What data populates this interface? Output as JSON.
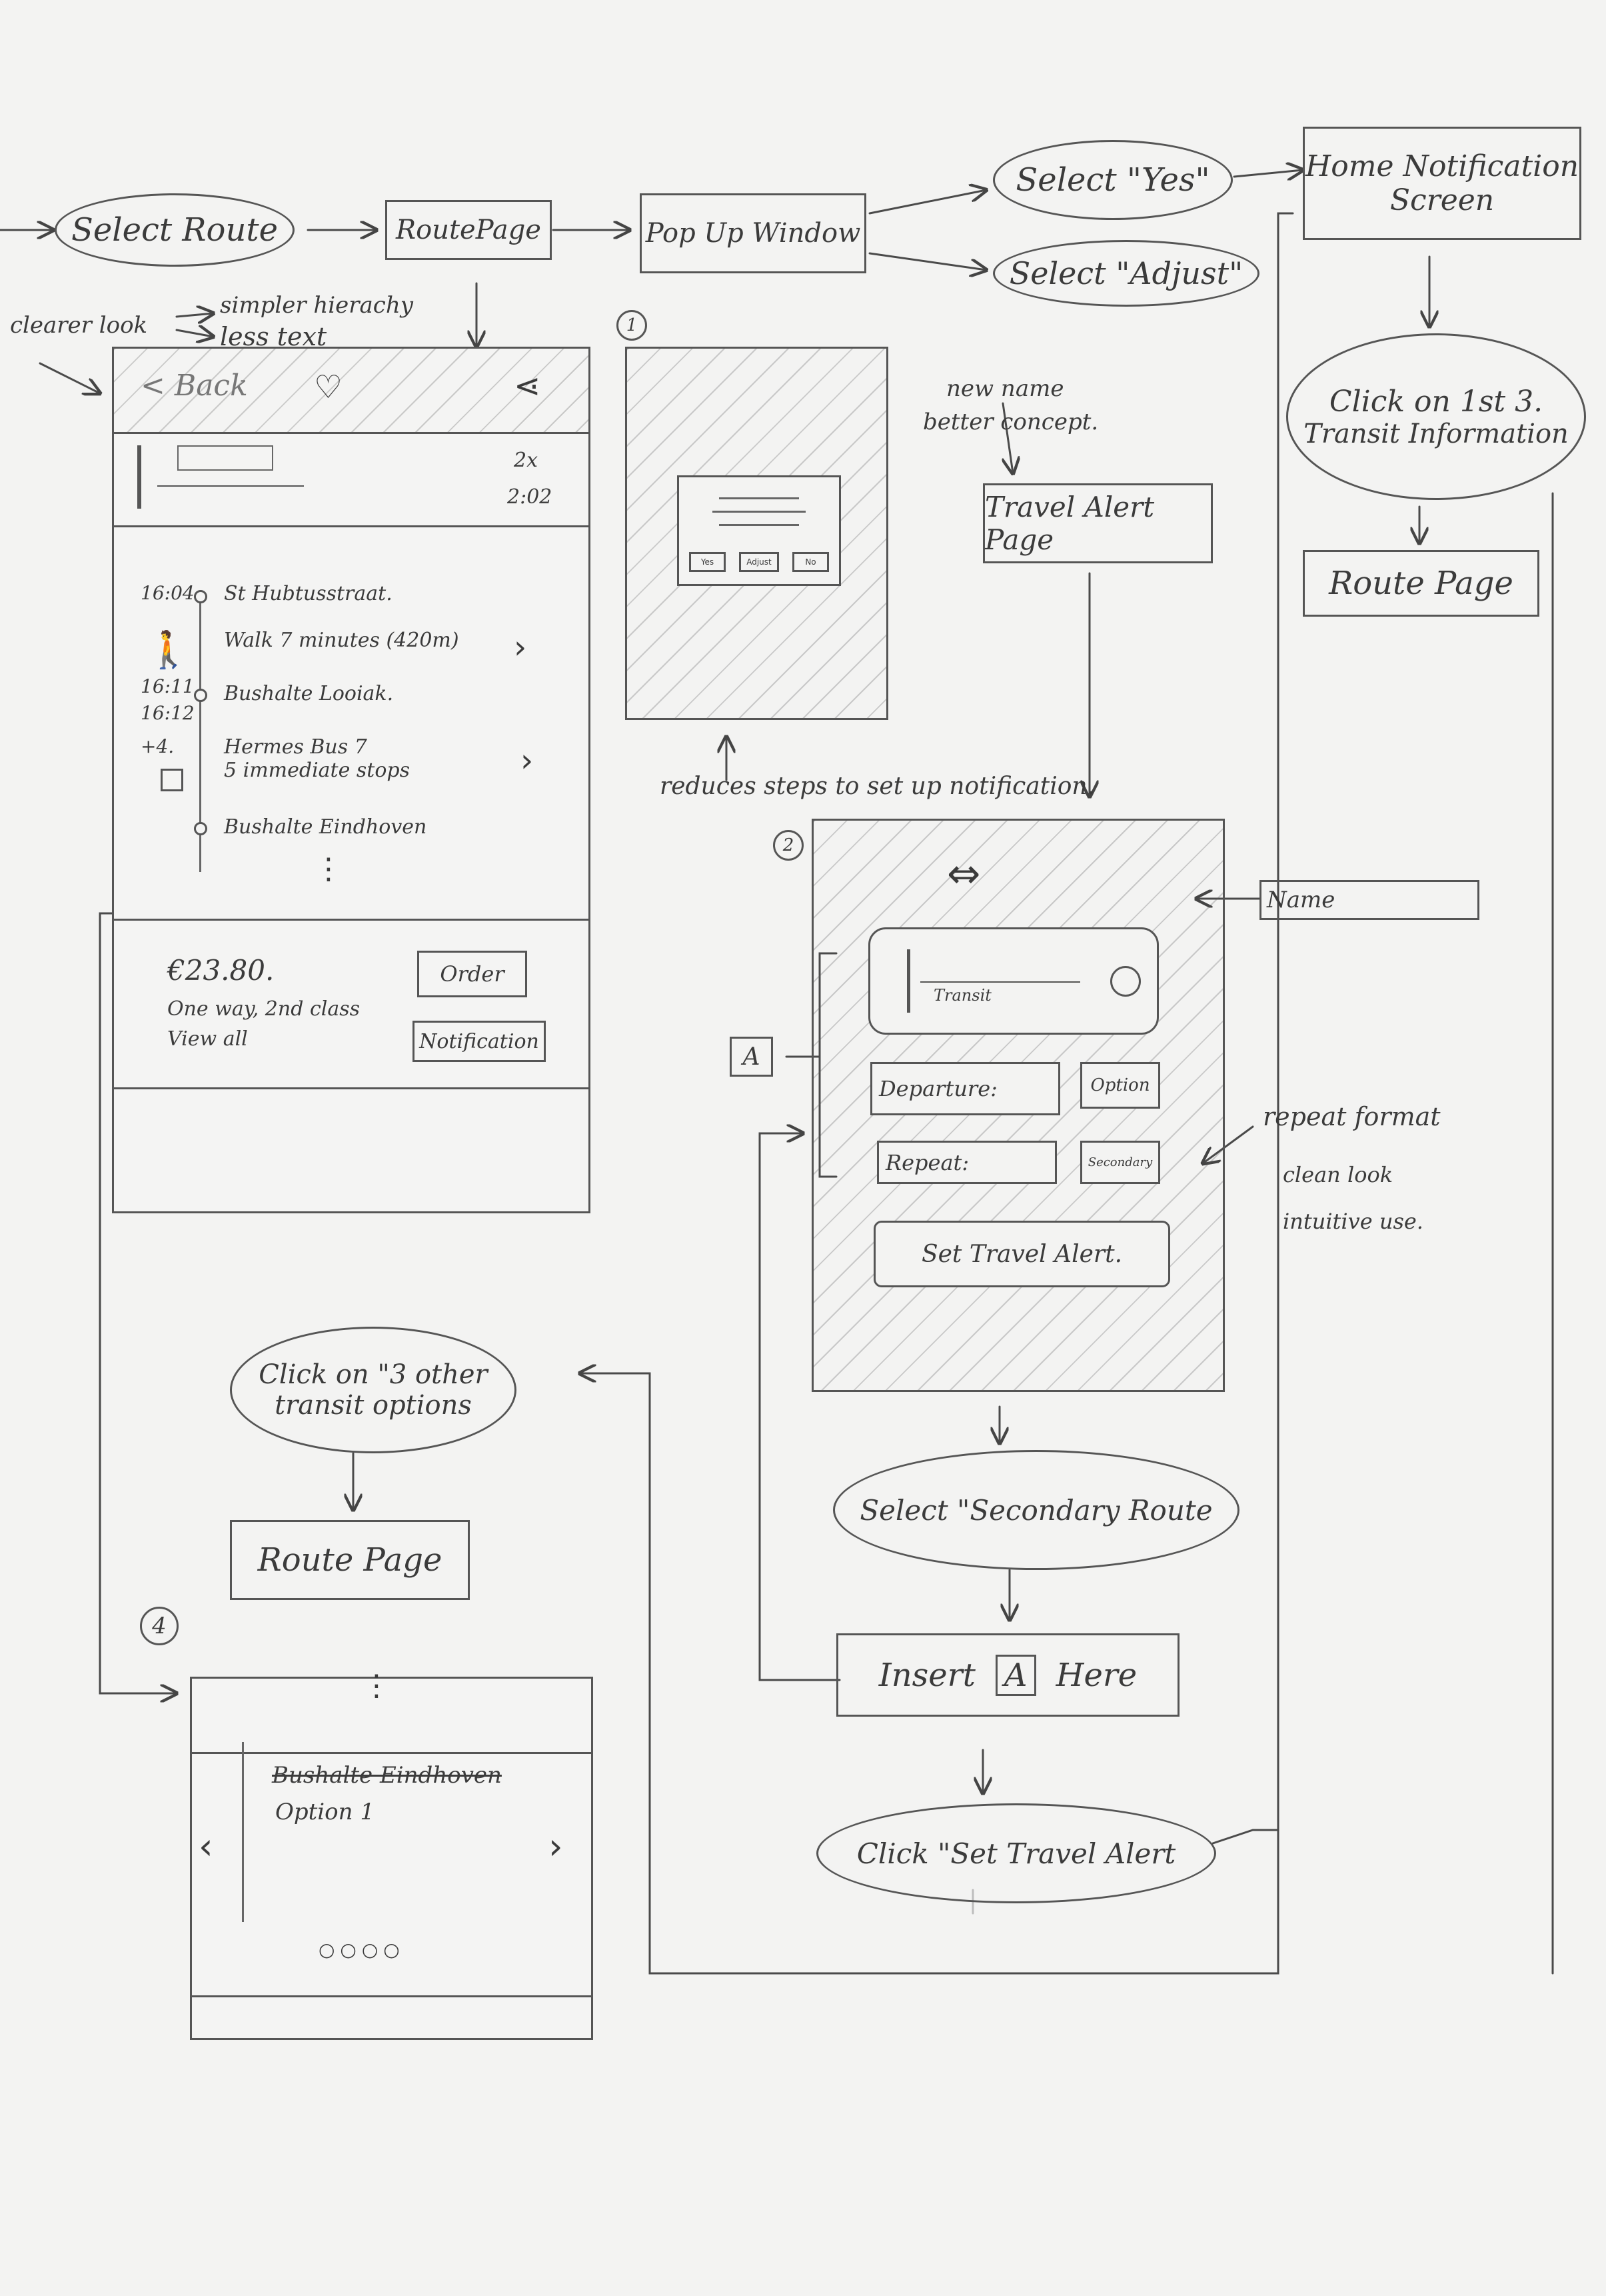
{
  "flow": {
    "select_route": "Select Route",
    "route_page_top": "RoutePage",
    "pop_up_window": "Pop Up Window",
    "select_yes": "Select \"Yes\"",
    "select_adjust": "Select \"Adjust\"",
    "home_notification_screen_l1": "Home Notification",
    "home_notification_screen_l2": "Screen",
    "click_1st3_l1": "Click on 1st 3.",
    "click_1st3_l2": "Transit Information",
    "route_page_right": "Route Page",
    "travel_alert_page": "Travel Alert Page",
    "click_3other_l1": "Click on \"3 other",
    "click_3other_l2": "transit options",
    "route_page_left": "Route Page",
    "select_secondary_route": "Select \"Secondary Route",
    "insert": "Insert",
    "here": "Here",
    "click_set_travel_alert": "Click \"Set Travel Alert"
  },
  "notes": {
    "clearer_look": "clearer look",
    "simpler_hierarchy": "simpler hierachy",
    "less_text": "less text",
    "new_name": "new name",
    "better_concept": "better concept.",
    "reduces_steps": "reduces steps to set up notification.",
    "name": "Name",
    "repeat_format": "repeat format",
    "clean_look": "clean look",
    "intuitive_use": "intuitive use."
  },
  "markers": {
    "one": "1",
    "two": "2",
    "four": "4",
    "a": "A"
  },
  "route_screen": {
    "back": "< Back",
    "heart_icon": "heart-icon",
    "share_icon": "share-icon",
    "transfers": "2x",
    "duration": "2:02",
    "stops": [
      {
        "time": "16:04",
        "name": "St Hubtusstraat."
      },
      {
        "time": "",
        "name": "Walk 7 minutes (420m)"
      },
      {
        "time": "16:11",
        "name": "Bushalte Looiak."
      },
      {
        "time": "16:12",
        "name": ""
      },
      {
        "time": "+4.",
        "name": "Hermes Bus 7"
      },
      {
        "time": "",
        "name": "5 immediate stops"
      },
      {
        "time": "",
        "name": "Bushalte Eindhoven"
      }
    ],
    "price": "€23.80.",
    "ticket_type": "One way, 2nd class",
    "view_all": "View all",
    "order": "Order",
    "notification": "Notification"
  },
  "popup_screen": {
    "btn_yes": "Yes",
    "btn_adjust": "Adjust",
    "btn_no": "No"
  },
  "alert_screen": {
    "transit": "Transit",
    "departure": "Departure:",
    "option": "Option",
    "repeat": "Repeat:",
    "secondary": "Secondary",
    "set_travel_alert": "Set Travel Alert."
  },
  "option_screen": {
    "stop_struck": "Bushalte Eindhoven",
    "option_1": "Option 1"
  }
}
